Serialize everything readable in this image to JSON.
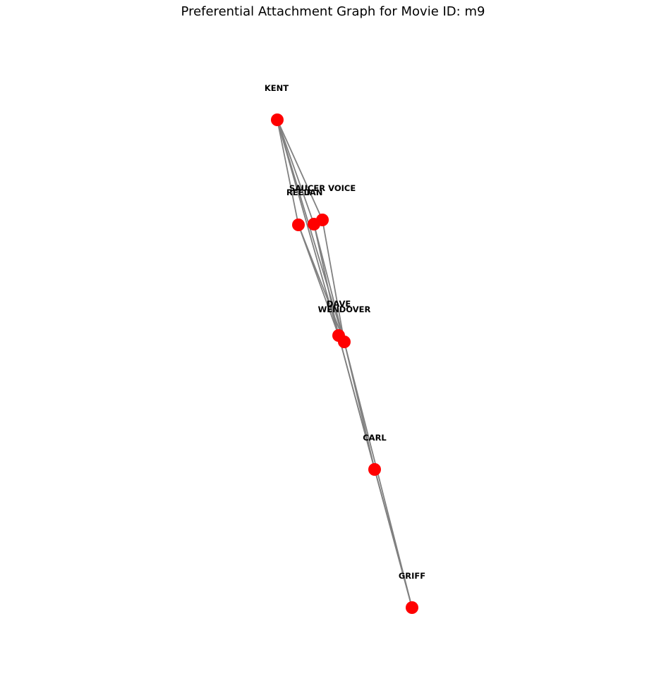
{
  "title": "Preferential Attachment Graph for Movie ID: m9",
  "colors": {
    "node": "#ff0000",
    "edge": "#808080",
    "label": "#000000",
    "background": "#ffffff"
  },
  "nodes": [
    {
      "id": "KENT",
      "label": "KENT"
    },
    {
      "id": "SAUCER VOICE",
      "label": "SAUCER VOICE"
    },
    {
      "id": "REED",
      "label": "REED"
    },
    {
      "id": "IAN",
      "label": "IAN"
    },
    {
      "id": "DAVE",
      "label": "DAVE"
    },
    {
      "id": "WENDOVER",
      "label": "WENDOVER"
    },
    {
      "id": "CARL",
      "label": "CARL"
    },
    {
      "id": "GRIFF",
      "label": "GRIFF"
    }
  ],
  "edges": [
    [
      "KENT",
      "REED"
    ],
    [
      "KENT",
      "IAN"
    ],
    [
      "KENT",
      "SAUCER VOICE"
    ],
    [
      "KENT",
      "DAVE"
    ],
    [
      "KENT",
      "WENDOVER"
    ],
    [
      "REED",
      "DAVE"
    ],
    [
      "REED",
      "WENDOVER"
    ],
    [
      "IAN",
      "DAVE"
    ],
    [
      "IAN",
      "WENDOVER"
    ],
    [
      "SAUCER VOICE",
      "WENDOVER"
    ],
    [
      "DAVE",
      "CARL"
    ],
    [
      "WENDOVER",
      "CARL"
    ],
    [
      "DAVE",
      "GRIFF"
    ],
    [
      "WENDOVER",
      "GRIFF"
    ],
    [
      "CARL",
      "GRIFF"
    ]
  ]
}
